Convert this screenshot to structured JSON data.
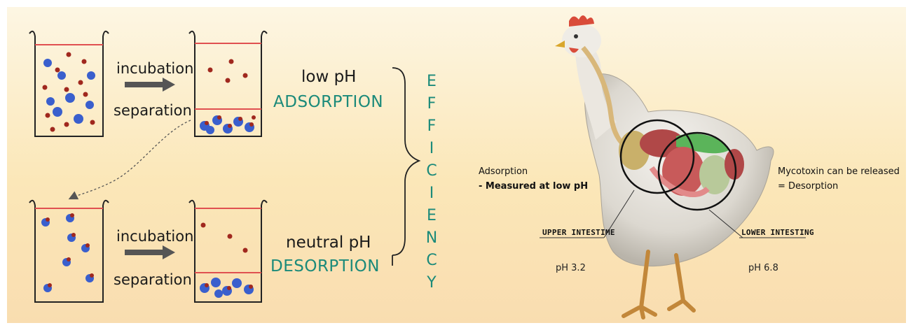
{
  "process": {
    "top_incubation": "incubation",
    "top_separation": "separation",
    "bottom_incubation": "incubation",
    "bottom_separation": "separation"
  },
  "conditions": {
    "low_ph": "low pH",
    "adsorption": "ADSORPTION",
    "neutral_ph": "neutral pH",
    "desorption": "DESORPTION"
  },
  "efficiency_letters": [
    "E",
    "F",
    "F",
    "I",
    "C",
    "I",
    "E",
    "N",
    "C",
    "Y"
  ],
  "chicken": {
    "adsorption_title": "Adsorption",
    "adsorption_note": "- Measured at low pH",
    "release_title": "Mycotoxin can be released",
    "release_note": "= Desorption",
    "upper_label": "UPPER INTESTIME",
    "upper_ph": "pH 3.2",
    "lower_label": "LOWER INTESTING",
    "lower_ph": "pH 6.8"
  },
  "colors": {
    "accent": "#1b8a7a",
    "fill_line": "#e05050",
    "binder": "#3a5fcd",
    "toxin": "#a0281e"
  }
}
